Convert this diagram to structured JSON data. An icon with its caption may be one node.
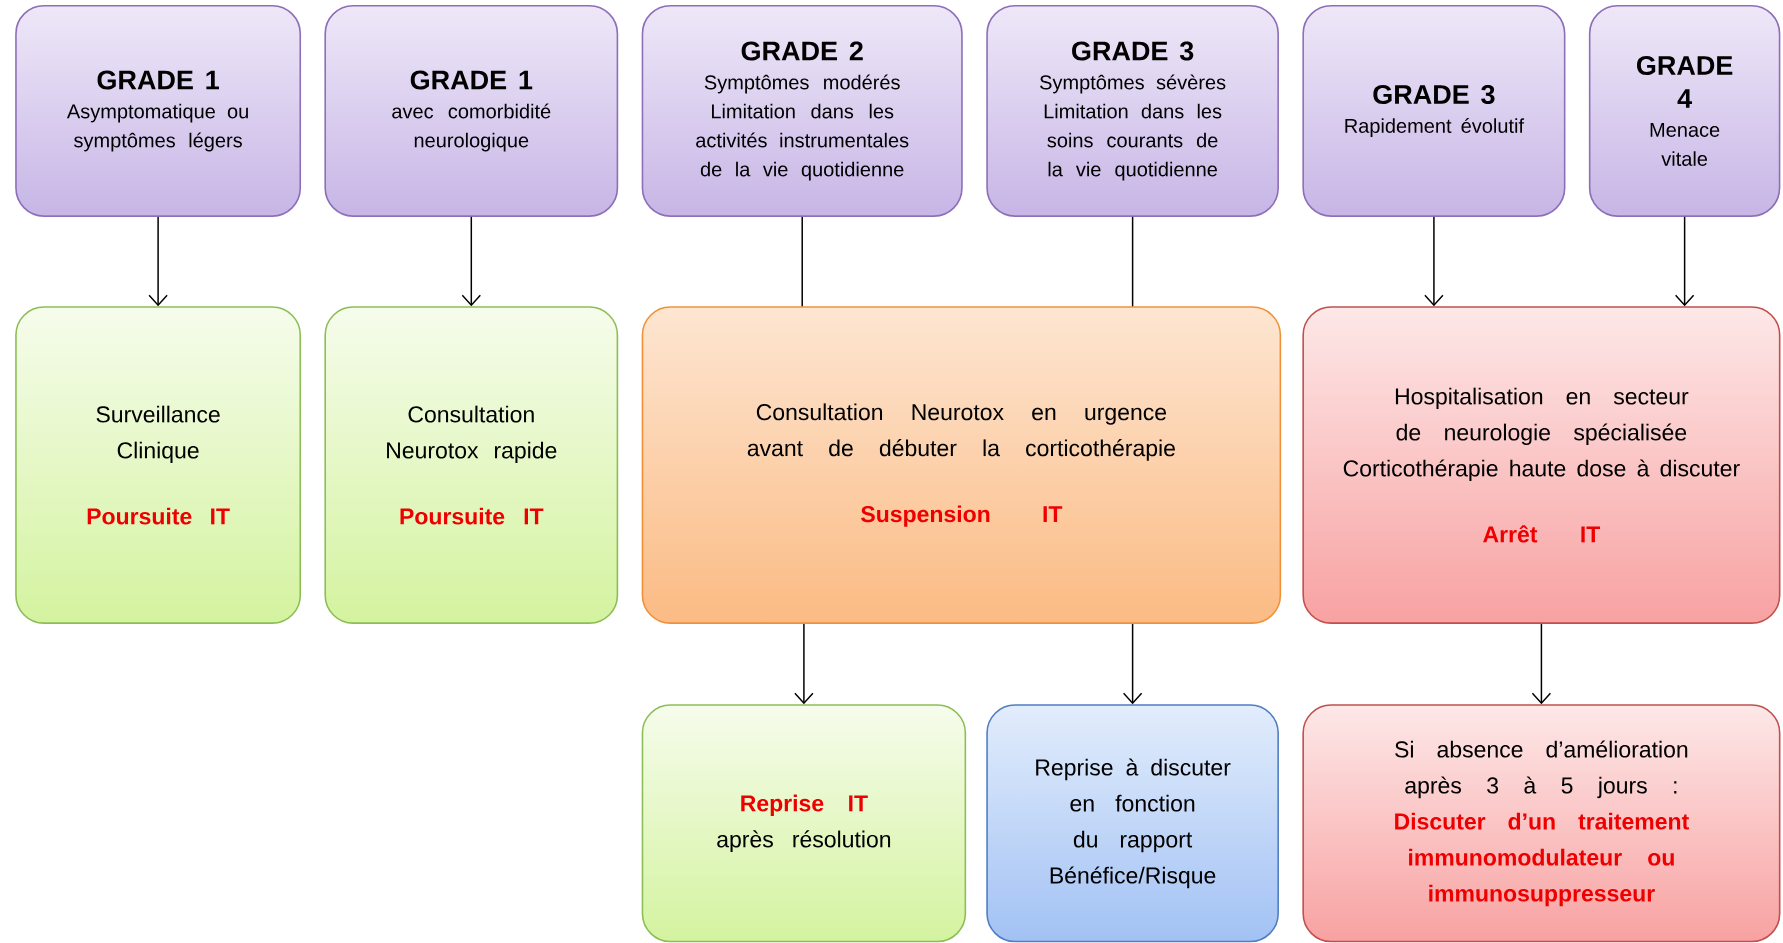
{
  "diagram": {
    "nodes": [
      {
        "text": [
          "GRADE 1",
          "Asymptomatique ou symptômes légers"
        ]
      },
      {
        "text": [
          "GRADE 1",
          "avec comorbidité neurologique"
        ]
      },
      {
        "text": [
          "GRADE 2",
          "Symptômes modérés Limitation dans les activités instrumentales de la vie quotidienne"
        ]
      },
      {
        "text": [
          "GRADE 3",
          "Symptômes sévères Limitation dans les soins courants de la vie quotidienne"
        ]
      },
      {
        "text": [
          "GRADE 3",
          "Rapidement évolutif"
        ]
      },
      {
        "text": [
          "GRADE 4",
          "Menace vitale"
        ]
      },
      {
        "text": [
          "Surveillance Clinique",
          "Poursuite IT"
        ]
      },
      {
        "text": [
          "Consultation Neurotox rapide",
          "Poursuite IT"
        ]
      },
      {
        "text": [
          "Consultation Neurotox en urgence avant de débuter la corticothérapie",
          "Suspension IT"
        ]
      },
      {
        "text": [
          "Hospitalisation en secteur de neurologie spécialisée",
          "Corticothérapie haute dose à discuter",
          "Arrêt IT"
        ]
      },
      {
        "text": [
          "**Reprise IT** après résolution"
        ]
      },
      {
        "text": [
          "Reprise à discuter en fonction du rapport Bénéfice/Risque"
        ]
      },
      {
        "text": [
          "Si absence d’amélioration après 3 à 5 jours :",
          "Discuter d’un traitement immunomodulateur ou immunosuppresseur"
        ]
      }
    ],
    "edges": [
      {
        "from": 0,
        "to": 6,
        "arrow": "to"
      },
      {
        "from": 1,
        "to": 7,
        "arrow": "to"
      },
      {
        "from": 2,
        "to": 8,
        "arrow": "none"
      },
      {
        "from": 3,
        "to": 8,
        "arrow": "none"
      },
      {
        "from": 4,
        "to": 9,
        "arrow": "to"
      },
      {
        "from": 5,
        "to": 9,
        "arrow": "to"
      },
      {
        "from": 8,
        "to": 10,
        "arrow": "to"
      },
      {
        "from": 8,
        "to": 11,
        "arrow": "to"
      },
      {
        "from": 9,
        "to": 12,
        "arrow": "to"
      }
    ]
  }
}
